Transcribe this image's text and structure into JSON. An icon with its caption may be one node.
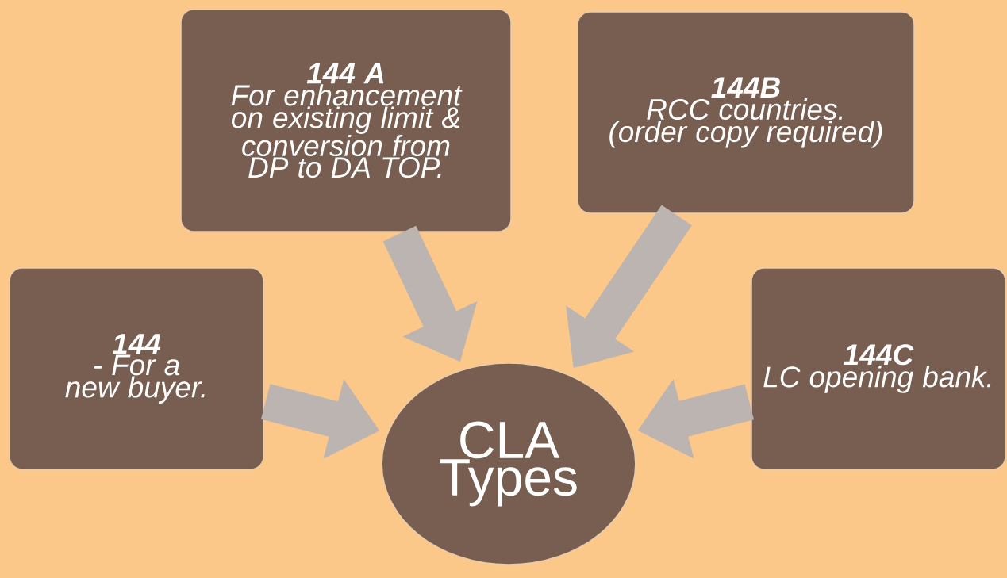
{
  "diagram": {
    "nodes": [
      {
        "text": [
          "144 A",
          "For enhancement on existing limit & conversion from DP to DA TOP."
        ]
      },
      {
        "text": [
          "144B",
          "RCC countries. (order copy required)"
        ]
      },
      {
        "text": [
          "144",
          "- For a new buyer."
        ]
      },
      {
        "text": [
          "CLA Types"
        ]
      },
      {
        "text": [
          "144C",
          "LC opening bank."
        ]
      }
    ],
    "edges": [
      {
        "from": 0,
        "to": 3,
        "arrow": "to"
      },
      {
        "from": 1,
        "to": 3,
        "arrow": "to"
      },
      {
        "from": 2,
        "to": 3,
        "arrow": "to"
      },
      {
        "from": 4,
        "to": 3,
        "arrow": "to"
      }
    ]
  }
}
